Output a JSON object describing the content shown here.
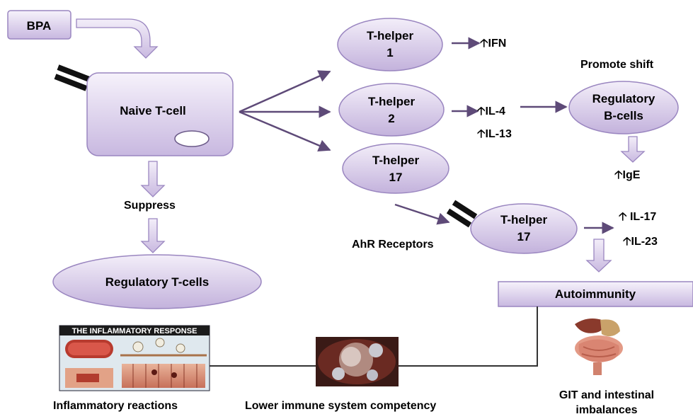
{
  "colors": {
    "node_fill_light": "#efe9f6",
    "node_fill_dark": "#c6b6de",
    "node_stroke": "#9a86c0",
    "arrow": "#5e4a78",
    "line": "#3a3a3a"
  },
  "bpa": {
    "label": "BPA"
  },
  "naive": {
    "label": "Naive T-cell"
  },
  "suppress": {
    "label": "Suppress"
  },
  "treg": {
    "label": "Regulatory T-cells"
  },
  "th1": {
    "line1": "T-helper",
    "line2": "1",
    "out": "IFN"
  },
  "th2": {
    "line1": "T-helper",
    "line2": "2",
    "out1": "IL-4",
    "out2": "IL-13"
  },
  "th17a": {
    "line1": "T-helper",
    "line2": "17"
  },
  "th17b": {
    "line1": "T-helper",
    "line2": "17",
    "out1": "IL-17",
    "out2": "IL-23"
  },
  "promote": {
    "label": "Promote shift"
  },
  "breg": {
    "line1": "Regulatory",
    "line2": "B-cells",
    "out": "IgE"
  },
  "ahr": {
    "label": "AhR Receptors"
  },
  "autoimmunity": {
    "label": "Autoimmunity"
  },
  "bottom": {
    "inflammatory": "Inflammatory reactions",
    "immune": "Lower immune system competency",
    "git_line1": "GIT and intestinal",
    "git_line2": "imbalances"
  },
  "inflam_image": {
    "title": "THE INFLAMMATORY RESPONSE"
  },
  "up_arrow": "🡡"
}
